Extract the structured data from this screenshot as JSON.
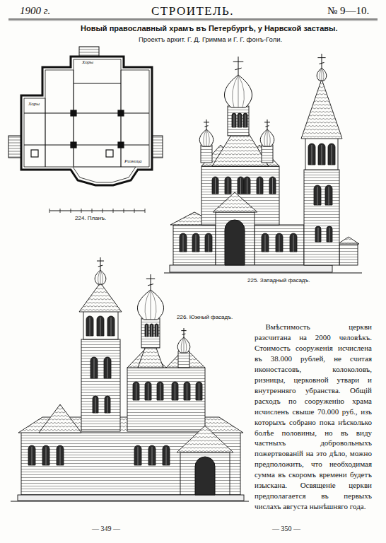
{
  "diagram": {
    "title": "Новый православный храмъ въ Петербургѣ, у Нарвской заставы.",
    "labels": [
      "1900 г.",
      "СТРОИТЕЛЬ.",
      "№ 9—10.",
      "Проектъ архит. Г. Д. Гримма и Г. Г. фонъ-Голи.",
      "Хоры",
      "Хоры",
      "Ризница",
      "224. Планъ.",
      "225. Западный фасадъ.",
      "226. Южный фасадъ.",
      "Вмѣстимость церкви разсчитана на 2000 человѣкъ. Стоимость сооруженія исчислена въ 38.000 рублей, не считая иконостасовъ, колоколовъ, ризницы, церковной утвари и внутренняго убранства. Общій расходъ по сооруженію храма исчисленъ свыше 70.000 руб., изъ которыхъ собрано пока нѣсколько болѣе половины, но въ виду частныхъ добровольныхъ пожертвованій на это дѣло, можно предположить, что необходимая сумма въ скоромъ времени будетъ изыскана. Освященіе церкви предполагается въ первыхъ числахъ августа нынѣшняго года.",
      "— 349 —",
      "— 350 —"
    ]
  }
}
